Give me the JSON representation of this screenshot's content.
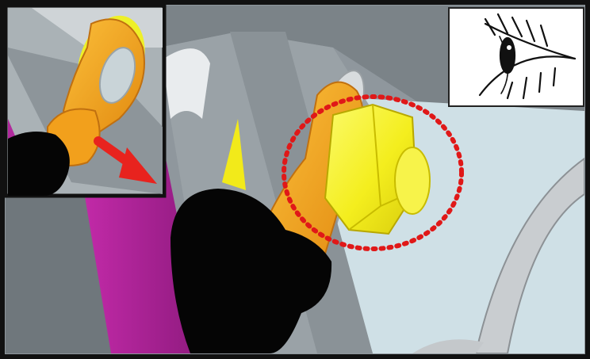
{
  "figure": {
    "type": "technical-illustration",
    "main_view": "ring-terminal-and-nut-installed",
    "inset_view": "ring-terminal-detail-with-direction-arrow",
    "view_indicator": "eye-viewing-direction",
    "highlight": "dotted-circle-around-nut"
  },
  "colors": {
    "frame": "#111111",
    "background_gray": "#8f979d",
    "light_panel": "#cfe0e6",
    "terminal_orange": "#f5a21a",
    "terminal_yellow": "#eef028",
    "nut_yellow": "#f7f223",
    "cable_black": "#050505",
    "bracket_magenta": "#b0209a",
    "arrow_red": "#e8231e",
    "dotted_circle_red": "#e01818",
    "tube_gray": "#c9cdd0"
  },
  "icons": [
    "eye-icon",
    "direction-arrow",
    "highlight-circle"
  ]
}
